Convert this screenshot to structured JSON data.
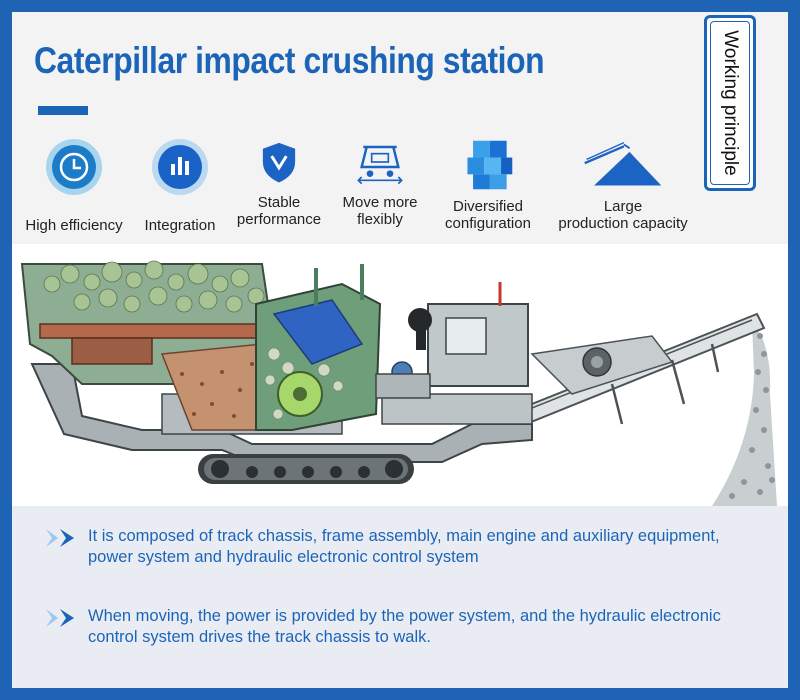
{
  "title": "Caterpillar impact crushing station",
  "working_principle_label": "Working principle",
  "features": [
    {
      "icon": "clock-icon",
      "label": "High efficiency"
    },
    {
      "icon": "bar-chart-icon",
      "label": "Integration"
    },
    {
      "icon": "shield-icon",
      "label_lines": [
        "Stable",
        "performance"
      ]
    },
    {
      "icon": "cart-icon",
      "label_lines": [
        "Move more",
        "flexibly"
      ]
    },
    {
      "icon": "cubes-icon",
      "label_lines": [
        "Diversified",
        "configuration"
      ]
    },
    {
      "icon": "pile-icon",
      "label_lines": [
        "Large",
        "production capacity"
      ]
    }
  ],
  "paragraphs": [
    "It is composed of track chassis, frame assembly, main engine and auxiliary equipment, power system and hydraulic electronic control system",
    "When moving, the power is provided by the power system, and the hydraulic electronic control system drives the track chassis to walk."
  ],
  "colors": {
    "brand_blue": "#1c64b8",
    "machine_green": "#6b9a78",
    "machine_steel": "#a8b0b4"
  }
}
